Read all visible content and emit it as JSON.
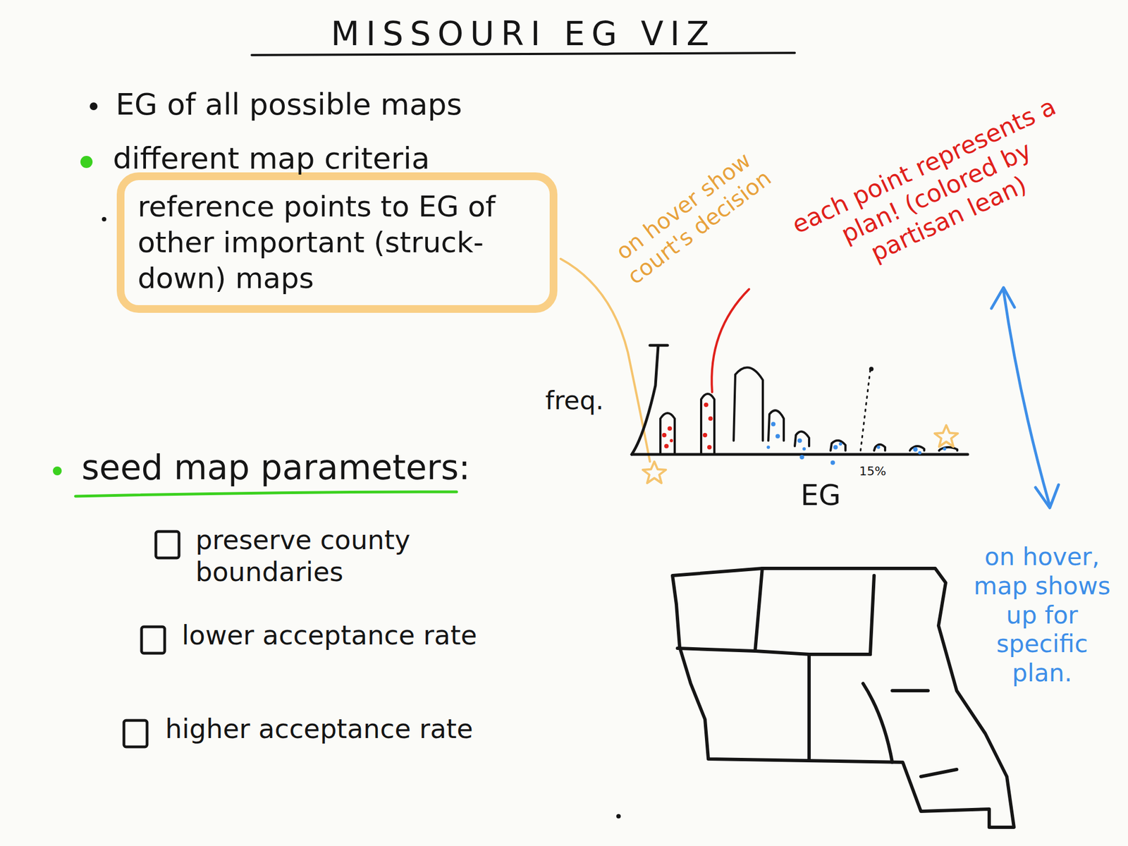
{
  "diagram": {
    "title": "MISSOURI EG VIZ",
    "nodes": [
      {
        "text": [
          "reference points to EG of other important (struck-down) maps"
        ]
      }
    ],
    "labels": [
      "EG of all possible maps",
      "different map criteria",
      "on hover show court's decision",
      "each point represents a plan! (colored by partisan lean)",
      "freq.",
      "EG",
      "15%",
      "seed map parameters:",
      "preserve county boundaries",
      "lower acceptance rate",
      "higher acceptance rate",
      "on hover, map shows up for specific plan."
    ]
  }
}
